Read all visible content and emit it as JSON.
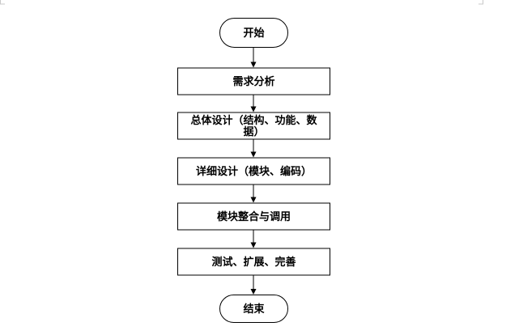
{
  "flowchart": {
    "nodes": [
      {
        "id": "start",
        "shape": "terminal",
        "lines": [
          "开始"
        ]
      },
      {
        "id": "requirements",
        "shape": "process",
        "lines": [
          "需求分析"
        ]
      },
      {
        "id": "overall-design",
        "shape": "process",
        "lines": [
          "总体设计（结构、功能、数",
          "据）"
        ]
      },
      {
        "id": "detailed-design",
        "shape": "process",
        "lines": [
          "详细设计（模块、编码）"
        ]
      },
      {
        "id": "integration",
        "shape": "process",
        "lines": [
          "模块整合与调用"
        ]
      },
      {
        "id": "testing",
        "shape": "process",
        "lines": [
          "测试、扩展、完善"
        ]
      },
      {
        "id": "end",
        "shape": "terminal",
        "lines": [
          "结束"
        ]
      }
    ],
    "edges": [
      {
        "from": "start",
        "to": "requirements"
      },
      {
        "from": "requirements",
        "to": "overall-design"
      },
      {
        "from": "overall-design",
        "to": "detailed-design"
      },
      {
        "from": "detailed-design",
        "to": "integration"
      },
      {
        "from": "integration",
        "to": "testing"
      },
      {
        "from": "testing",
        "to": "end"
      }
    ]
  }
}
